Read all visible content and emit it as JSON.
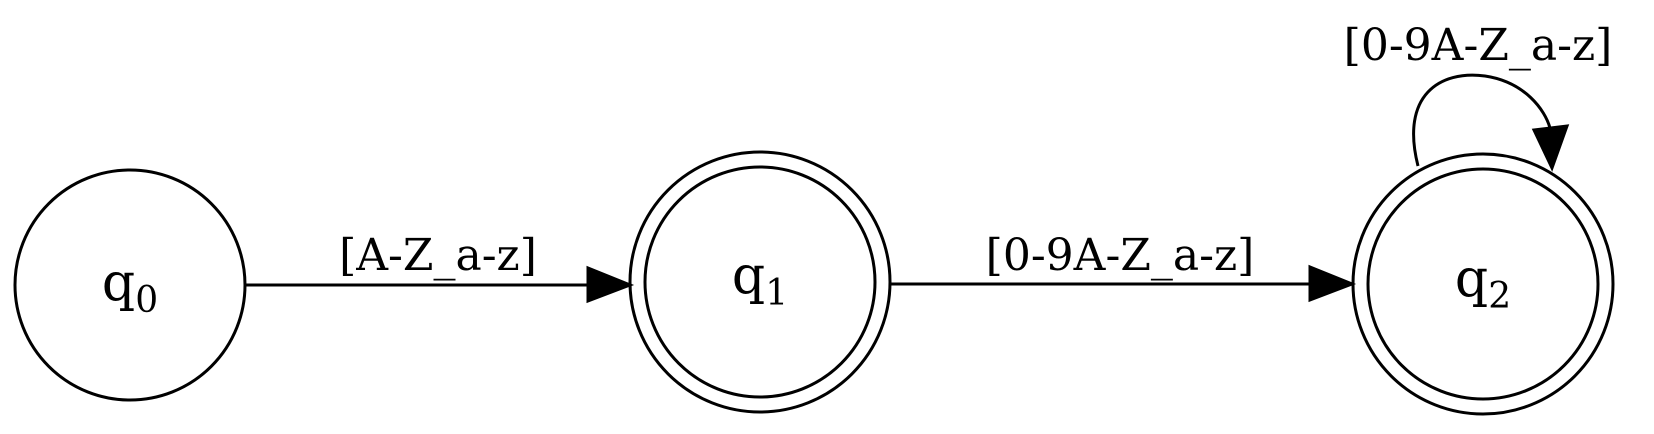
{
  "states": [
    {
      "id": "q0",
      "base": "q",
      "sub": "0",
      "accepting": false
    },
    {
      "id": "q1",
      "base": "q",
      "sub": "1",
      "accepting": true
    },
    {
      "id": "q2",
      "base": "q",
      "sub": "2",
      "accepting": true
    }
  ],
  "transitions": [
    {
      "from": "q0",
      "to": "q1",
      "label": "[A-Z_a-z]"
    },
    {
      "from": "q1",
      "to": "q2",
      "label": "[0-9A-Z_a-z]"
    },
    {
      "from": "q2",
      "to": "q2",
      "label": "[0-9A-Z_a-z]"
    }
  ],
  "colors": {
    "stroke": "#000000",
    "background": "#ffffff"
  }
}
